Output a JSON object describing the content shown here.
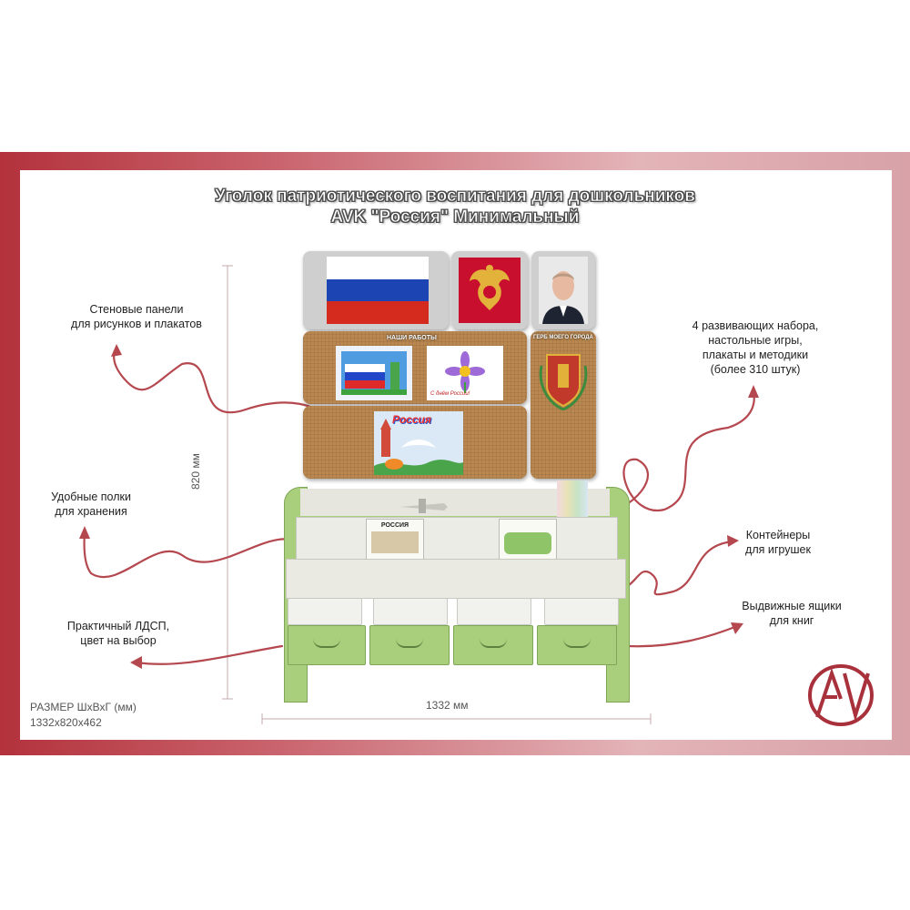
{
  "title": {
    "line1": "Уголок патриотического воспитания для дошкольников",
    "line2": "AVK \"Россия\" Минимальный"
  },
  "labels": {
    "wall_panels": [
      "Стеновые панели",
      "для рисунков и плакатов"
    ],
    "sets": [
      "4 развивающих набора,",
      "настольные игры,",
      "плакаты и методики",
      "(более 310 штук)"
    ],
    "shelves": [
      "Удобные полки",
      "для хранения"
    ],
    "containers": [
      "Контейнеры",
      "для игрушек"
    ],
    "ldsp": [
      "Практичный ЛДСП,",
      "цвет на выбор"
    ],
    "drawers": [
      "Выдвижные ящики",
      "для книг"
    ]
  },
  "boards": {
    "our_works": "НАШИ РАБОТЫ",
    "city_coat": "ГЕРБ МОЕГО ГОРОДА",
    "drawing_russia": "Россия",
    "drawing_card": "С днём России!"
  },
  "books": {
    "left": "РОССИЯ"
  },
  "dimensions": {
    "height": "820 мм",
    "width": "1332 мм",
    "size_label": "РАЗМЕР ШхВхГ (мм)",
    "size_value": "1332x820x462"
  },
  "colors": {
    "accent": "#a8313c",
    "arrow": "#b5474f",
    "furniture": "#a9cf7d",
    "cork": "#b9874f"
  },
  "icons": [
    "flag-russia-icon",
    "coat-of-arms-icon",
    "portrait-icon",
    "logo-av-icon"
  ]
}
